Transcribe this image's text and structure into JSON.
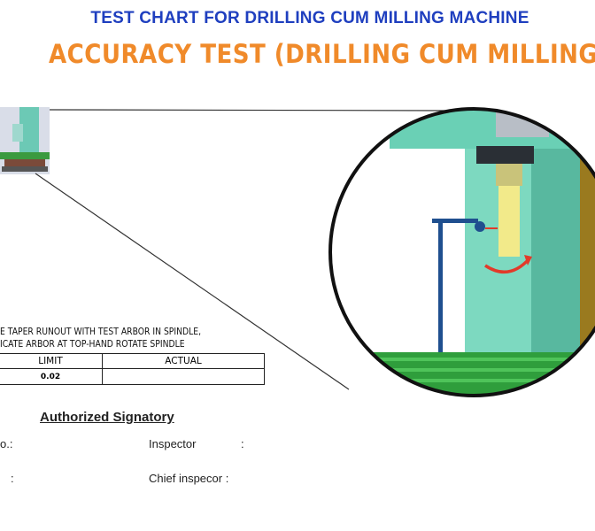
{
  "header": {
    "title": "TEST CHART FOR DRILLING CUM MILLING MACHINE",
    "subtitle": "ACCURACY TEST (DRILLING CUM MILLING)"
  },
  "procedure": {
    "line1": "e taper runout with test arbor in spindle,",
    "line2": "icate arbor at top-hand rotate spindle"
  },
  "table": {
    "headers": [
      "LIMIT",
      "ACTUAL"
    ],
    "rows": [
      [
        "0.02",
        ""
      ]
    ]
  },
  "signatory": {
    "title": "Authorized Signatory",
    "fields": {
      "left_top": "o.:",
      "left_bottom": ":",
      "inspector_label": "Inspector",
      "inspector_colon": ":",
      "chief_label": "Chief inspecor :"
    }
  },
  "colors": {
    "title_blue": "#1f3fbf",
    "subtitle_orange": "#f08a2a",
    "machine_teal": "#76d7bf",
    "table_green": "#2f9e3c",
    "probe_blue": "#1f4f8f",
    "arbor_yellow": "#f2ea8a",
    "rotation_red": "#e23a2a"
  },
  "icons": {
    "thumbnail": "machine-thumbnail-icon",
    "zoom": "zoom-detail-illustration"
  }
}
